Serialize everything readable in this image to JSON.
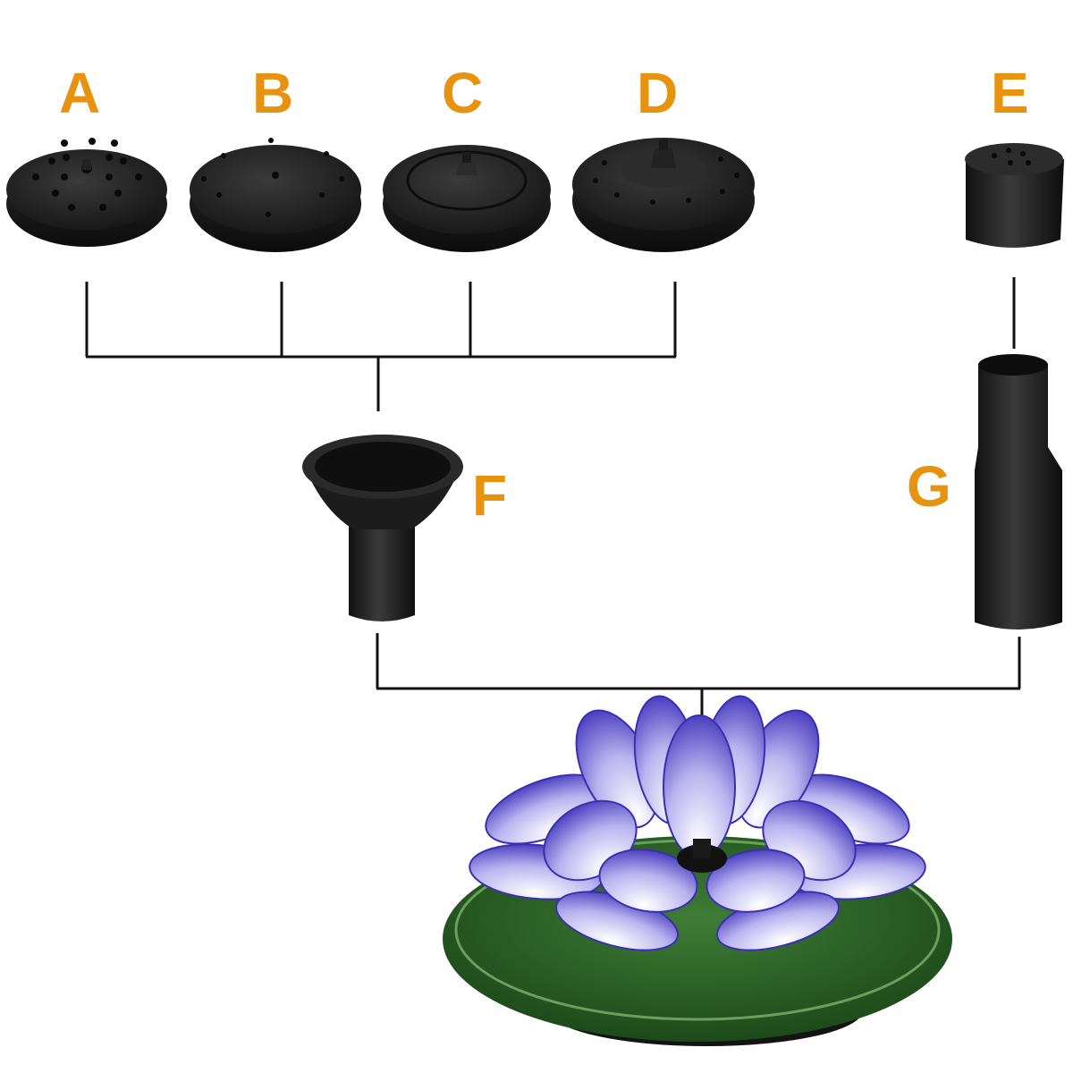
{
  "labels": {
    "a": "A",
    "b": "B",
    "c": "C",
    "d": "D",
    "e": "E",
    "f": "F",
    "g": "G"
  },
  "colors": {
    "label": "#E8930F",
    "part": "#1f1f1f",
    "connector": "#111111",
    "lotus_petal": "#5b52c9",
    "lily_pad": "#2f6b2a"
  },
  "parts": [
    {
      "id": "A",
      "kind": "nozzle-disc"
    },
    {
      "id": "B",
      "kind": "nozzle-disc"
    },
    {
      "id": "C",
      "kind": "nozzle-disc"
    },
    {
      "id": "D",
      "kind": "nozzle-disc"
    },
    {
      "id": "E",
      "kind": "nozzle-cap"
    },
    {
      "id": "F",
      "kind": "funnel-adapter"
    },
    {
      "id": "G",
      "kind": "extension-tube"
    }
  ]
}
